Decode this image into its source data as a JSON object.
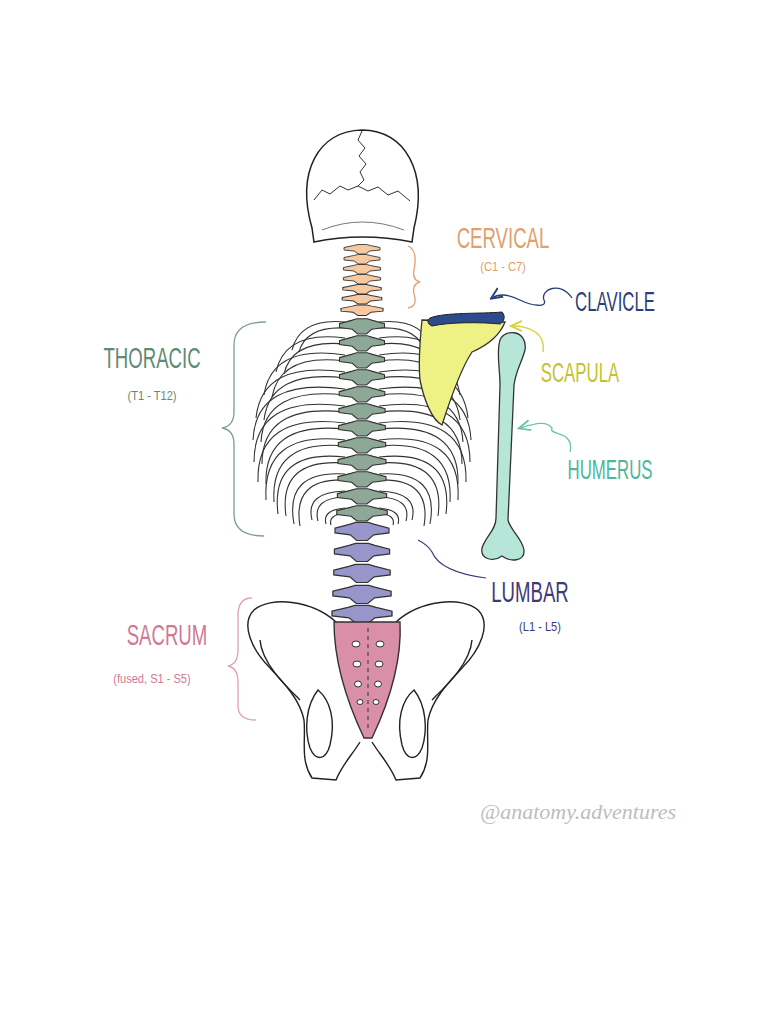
{
  "diagram": {
    "labels": [
      "CERVICAL",
      "(C1 - C7)",
      "CLAVICLE",
      "THORACIC",
      "(T1 - T12)",
      "SCAPULA",
      "HUMERUS",
      "LUMBAR",
      "(L1 - L5)",
      "SACRUM",
      "(fused, S1 - S5)",
      "@anatomy.adventures"
    ]
  }
}
